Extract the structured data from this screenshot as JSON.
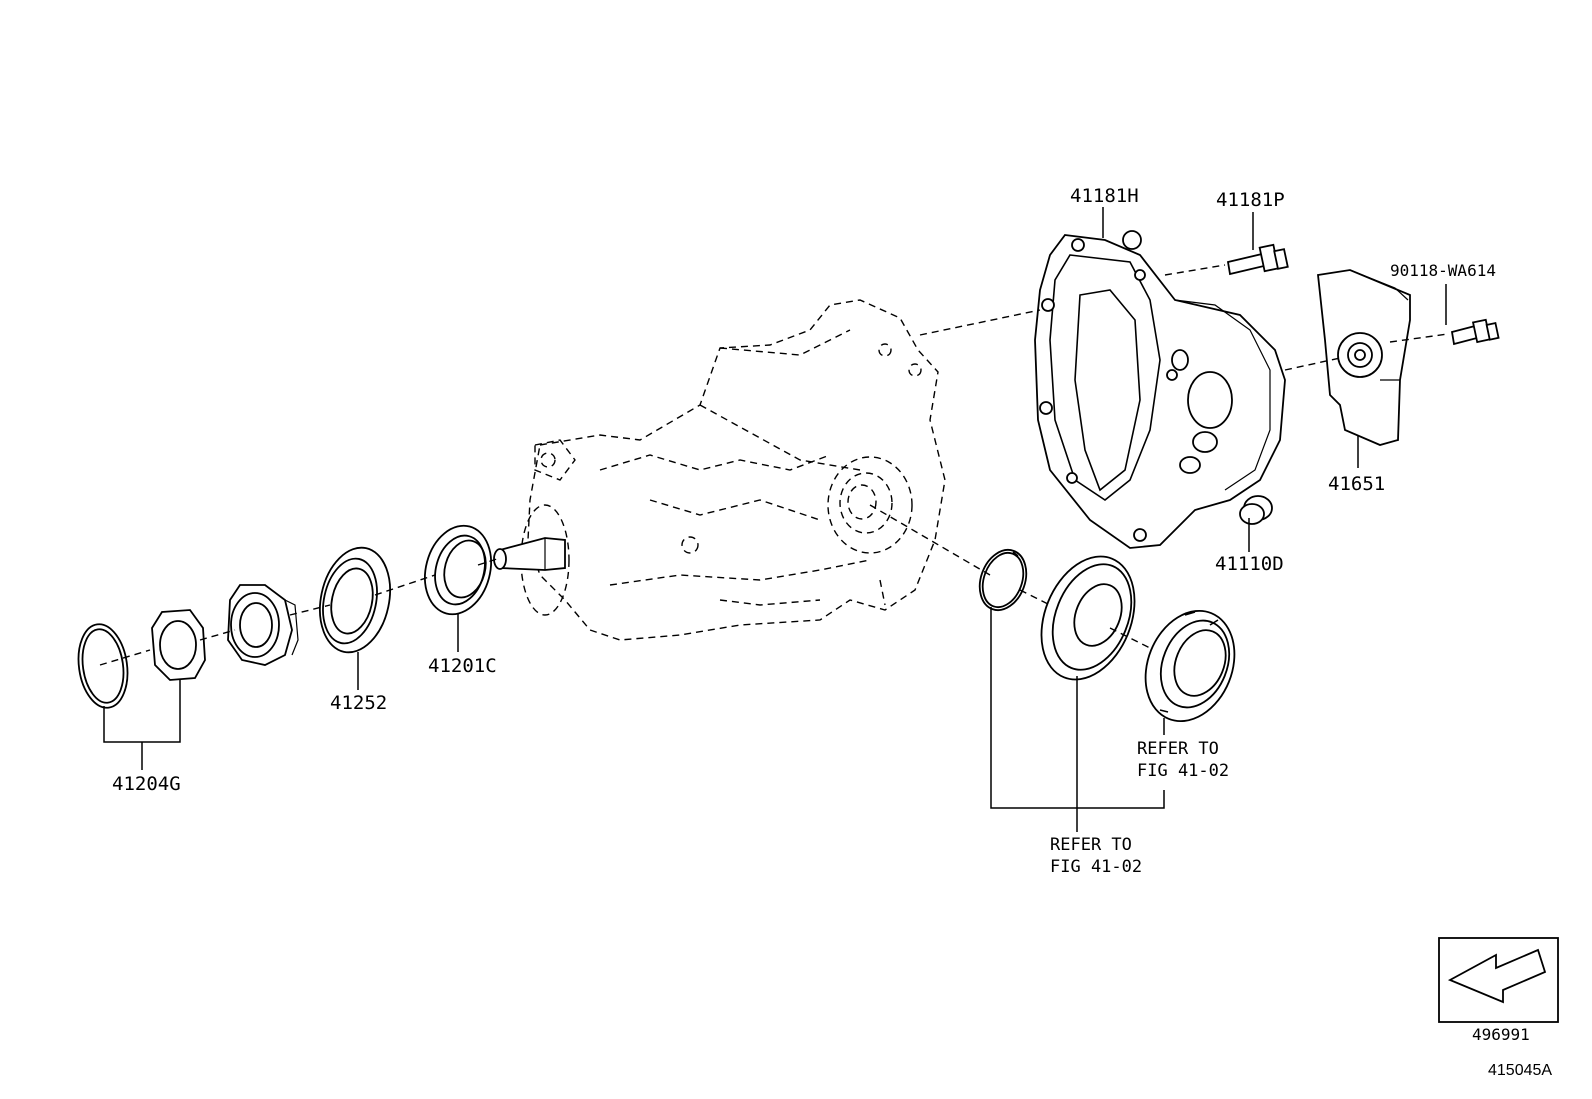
{
  "labels": {
    "p41181H": "41181H",
    "p41181P": "41181P",
    "p90118": "90118-WA614",
    "p41651": "41651",
    "p41110D": "41110D",
    "p41201C": "41201C",
    "p41252": "41252",
    "p41204G": "41204G"
  },
  "refer_right": {
    "line1": "REFER TO",
    "line2": "FIG 41-02"
  },
  "refer_bottom": {
    "line1": "REFER TO",
    "line2": "FIG 41-02"
  },
  "corner": {
    "view_code": "496991",
    "figure_code": "415045A"
  }
}
